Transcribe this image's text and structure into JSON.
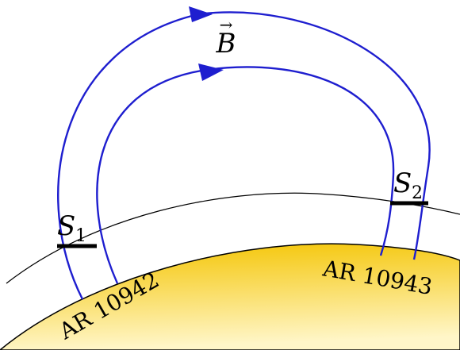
{
  "diagram": {
    "field_label": "B",
    "field_vector_arrow": "→",
    "surface_1_label": "S",
    "surface_1_subscript": "1",
    "surface_2_label": "S",
    "surface_2_subscript": "2",
    "active_region_left": "AR 10942",
    "active_region_right": "AR 10943",
    "colors": {
      "field_lines": "#1e1ecf",
      "sun_top": "#f4c400",
      "sun_bottom": "#fff7c8",
      "surface_bars": "#000000",
      "horizon_curve": "#000000"
    },
    "icons": [
      "arrow-right-icon"
    ]
  }
}
